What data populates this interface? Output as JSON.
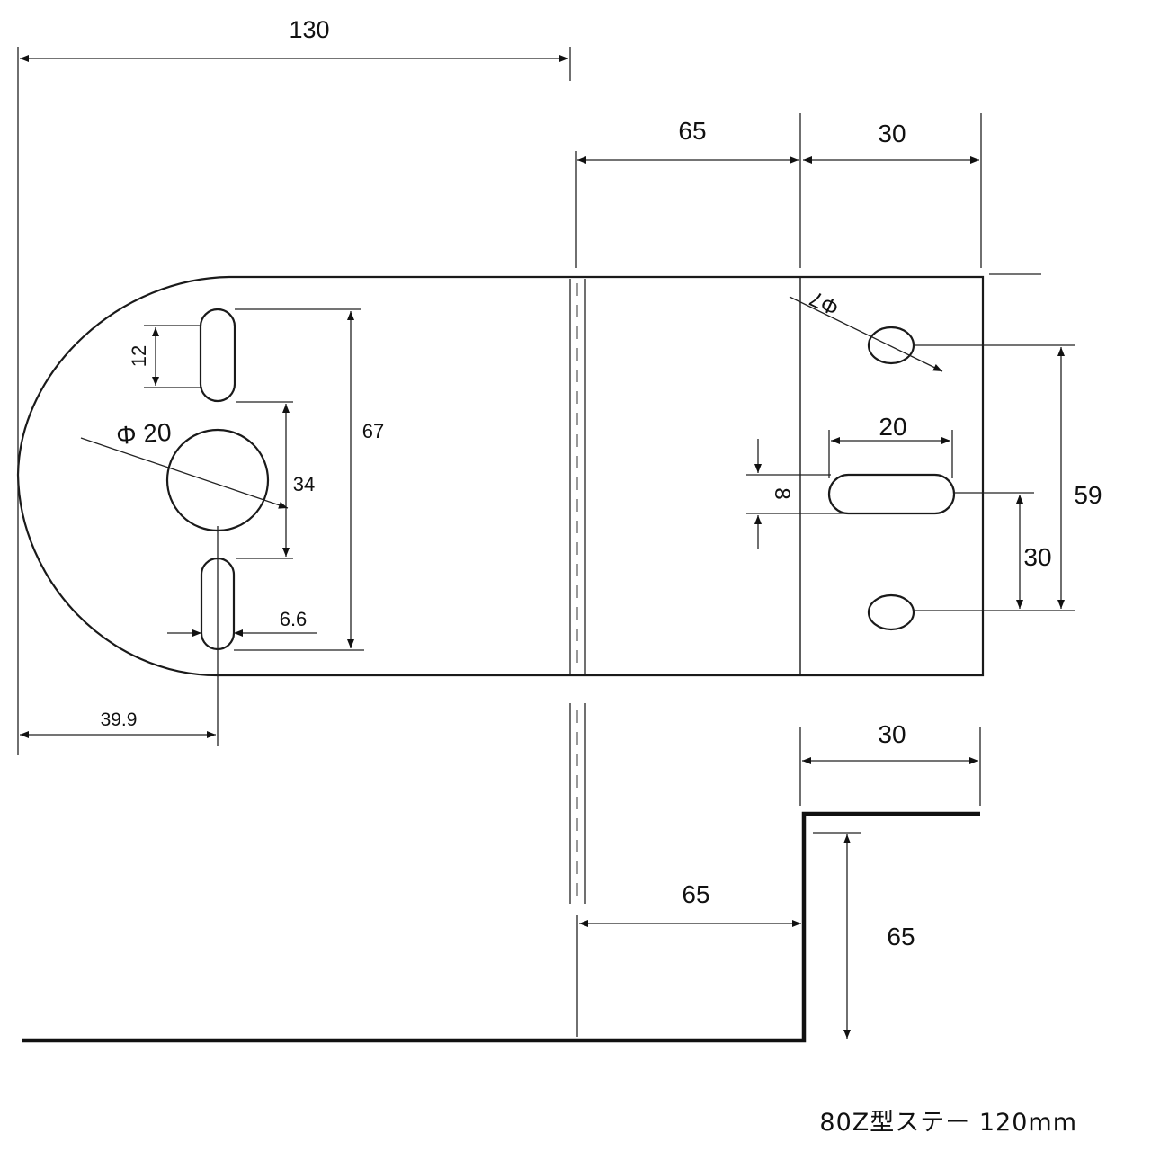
{
  "labels": {
    "overall_length": "130",
    "bend_to_hole_line": "65",
    "hole_line_to_edge": "30",
    "slot_width": "12",
    "center_hole_dia": "Φ 20",
    "slot_spacing": "34",
    "slot_outer_span": "67",
    "slot_thickness": "6.6",
    "left_to_slot": "39.9",
    "small_hole_dia": "Φ7",
    "center_slot_length": "20",
    "center_slot_width": "8",
    "hole_pitch": "30",
    "hole_outer_span": "59",
    "side_top_flange": "30",
    "side_bottom_run": "65",
    "side_height": "65"
  },
  "caption": "80Z型ステー 120mm"
}
